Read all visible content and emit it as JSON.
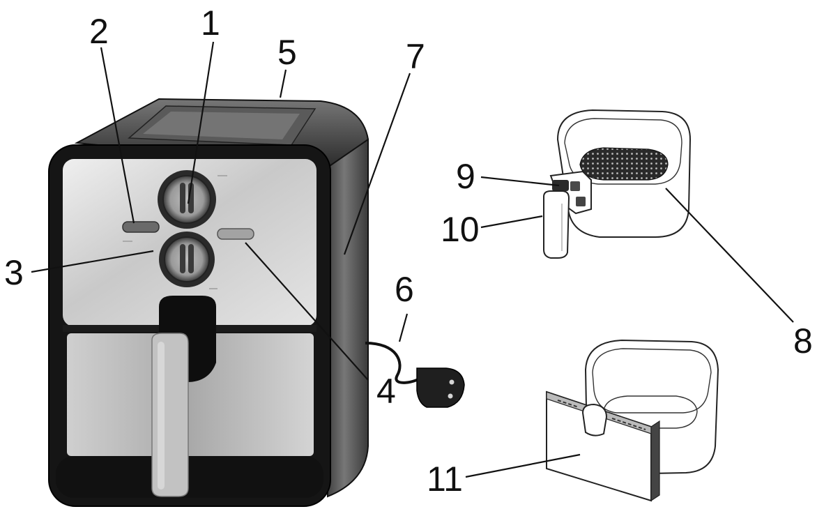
{
  "diagram": {
    "colors": {
      "body_dark": "#1a1a1a",
      "panel_light": "#d9d9d9",
      "panel_mid": "#bdbdbd",
      "line": "#111111"
    },
    "callouts": [
      {
        "id": "1",
        "label": "1"
      },
      {
        "id": "2",
        "label": "2"
      },
      {
        "id": "3",
        "label": "3"
      },
      {
        "id": "4",
        "label": "4"
      },
      {
        "id": "5",
        "label": "5"
      },
      {
        "id": "6",
        "label": "6"
      },
      {
        "id": "7",
        "label": "7"
      },
      {
        "id": "8",
        "label": "8"
      },
      {
        "id": "9",
        "label": "9"
      },
      {
        "id": "10",
        "label": "10"
      },
      {
        "id": "11",
        "label": "11"
      }
    ]
  }
}
